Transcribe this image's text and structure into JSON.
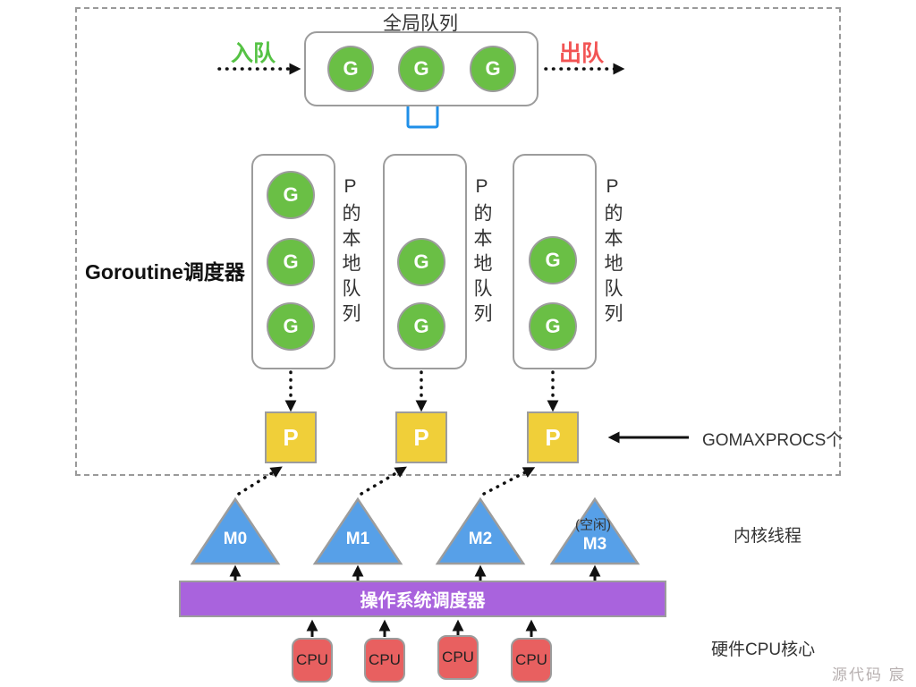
{
  "scheduler_box": {
    "title": "Goroutine调度器",
    "global_queue": {
      "title": "全局队列",
      "enqueue_label": "入队",
      "dequeue_label": "出队",
      "items": [
        "G",
        "G",
        "G"
      ],
      "lock_icon": "lock"
    },
    "local_queues": [
      {
        "label": "P的本地队列",
        "items": [
          "G",
          "G",
          "G"
        ]
      },
      {
        "label": "P的本地队列",
        "items": [
          "G",
          "G"
        ]
      },
      {
        "label": "P的本地队列",
        "items": [
          "G",
          "G"
        ]
      }
    ],
    "processors": [
      "P",
      "P",
      "P"
    ],
    "gomaxprocs_label": "GOMAXPROCS个"
  },
  "threads": {
    "label": "内核线程",
    "items": [
      {
        "name": "M0"
      },
      {
        "name": "M1"
      },
      {
        "name": "M2"
      },
      {
        "name": "M3",
        "note": "(空闲)"
      }
    ]
  },
  "os_scheduler": {
    "label": "操作系统调度器"
  },
  "hardware": {
    "label": "硬件CPU核心",
    "cpus": [
      "CPU",
      "CPU",
      "CPU",
      "CPU"
    ]
  },
  "watermark": "源代码  宸",
  "colors": {
    "goroutine_green": "#6abf45",
    "processor_yellow": "#f0cf39",
    "thread_blue": "#57a0e8",
    "os_purple": "#a963dd",
    "cpu_red": "#e86060",
    "enqueue_green": "#55c244",
    "dequeue_red": "#f25454",
    "lock_blue": "#1f8fe8",
    "border_gray": "#9c9c9c"
  }
}
